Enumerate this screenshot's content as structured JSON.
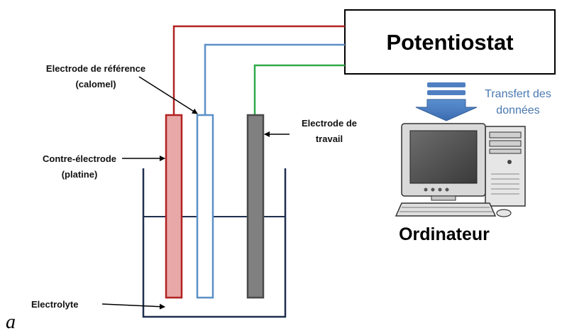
{
  "diagram": {
    "potentiostat_label": "Potentiostat",
    "transfer_line1": "Transfert des",
    "transfer_line2": "données",
    "computer_label": "Ordinateur",
    "reference_line1": "Electrode de référence",
    "reference_line2": "(calomel)",
    "working_line1": "Electrode de",
    "working_line2": "travail",
    "counter_line1": "Contre-électrode",
    "counter_line2": "(platine)",
    "electrolyte_label": "Electrolyte",
    "figure_letter": "a"
  },
  "colors": {
    "counter_wire": "#b22222",
    "reference_wire": "#5b8fc7",
    "working_wire": "#2eaa4a",
    "counter_fill": "#e8a8a8",
    "working_fill": "#808080",
    "vessel": "#1f2f4f",
    "arrow_blue": "#4f7fc0"
  },
  "icons": [
    "desktop-computer-icon",
    "data-transfer-arrow-icon"
  ]
}
